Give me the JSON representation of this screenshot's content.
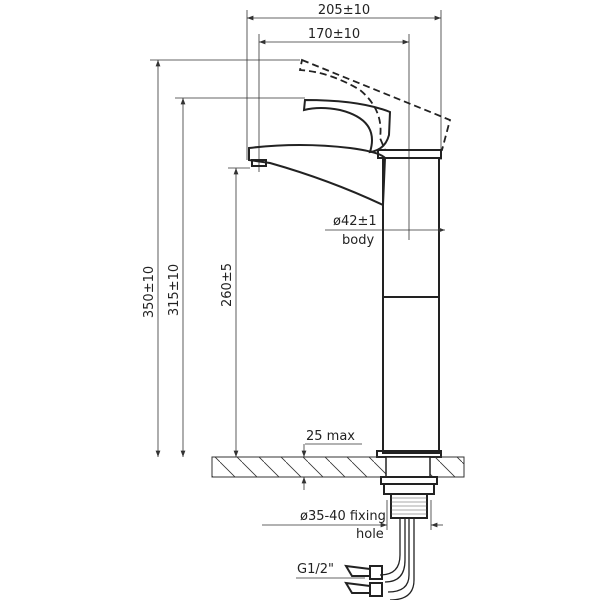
{
  "dimensions": {
    "overall_length": "205±10",
    "spout_reach": "170±10",
    "height_handle_raised": "350±10",
    "height_handle": "315±10",
    "spout_height": "260±5",
    "body_diameter": "ø42±1",
    "body_label": "body",
    "max_thickness": "25 max",
    "fixing_hole": "ø35-40 fixing",
    "fixing_hole_2": "hole",
    "connection": "G1/2\""
  }
}
